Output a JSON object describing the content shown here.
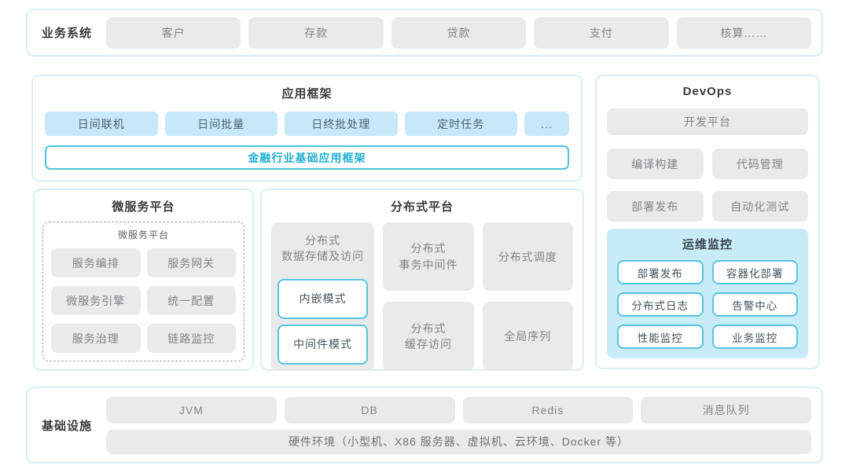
{
  "colors": {
    "panel_border": "#d9eef6",
    "gray_box_bg": "#e9eaea",
    "blue_box_bg": "#c7e8f8",
    "ops_panel_bg": "#c7ecf8",
    "cyan_border": "#56c5dd",
    "cyan_text": "#20afd3"
  },
  "business": {
    "label": "业务系统",
    "items": [
      "客户",
      "存款",
      "贷款",
      "支付",
      "核算……"
    ]
  },
  "app_framework": {
    "title": "应用框架",
    "modules": [
      "日间联机",
      "日间批量",
      "日终批处理",
      "定时任务",
      "..."
    ],
    "base": "金融行业基础应用框架"
  },
  "devops": {
    "title": "DevOps",
    "dev_platform": "开发平台",
    "tools": [
      "编译构建",
      "代码管理",
      "部署发布",
      "自动化测试"
    ],
    "ops": {
      "title": "运维监控",
      "items": [
        "部署发布",
        "容器化部署",
        "分布式日志",
        "告警中心",
        "性能监控",
        "业务监控"
      ]
    }
  },
  "microservice": {
    "title": "微服务平台",
    "inner_title": "微服务平台",
    "items": [
      "服务编排",
      "服务网关",
      "微服务引擎",
      "统一配置",
      "服务治理",
      "链路监控"
    ]
  },
  "distributed": {
    "title": "分布式平台",
    "storage": {
      "title": "分布式\n数据存储及访问",
      "modes": [
        "内嵌模式",
        "中间件模式"
      ]
    },
    "columns": [
      {
        "top": "分布式\n事务中间件",
        "bottom": "分布式\n缓存访问"
      },
      {
        "top": "分布式调度",
        "bottom": "全局序列"
      }
    ]
  },
  "infrastructure": {
    "label": "基础设施",
    "items": [
      "JVM",
      "DB",
      "Redis",
      "消息队列"
    ],
    "hardware": "硬件环境（小型机、X86 服务器、虚拟机、云环境、Docker 等）"
  }
}
